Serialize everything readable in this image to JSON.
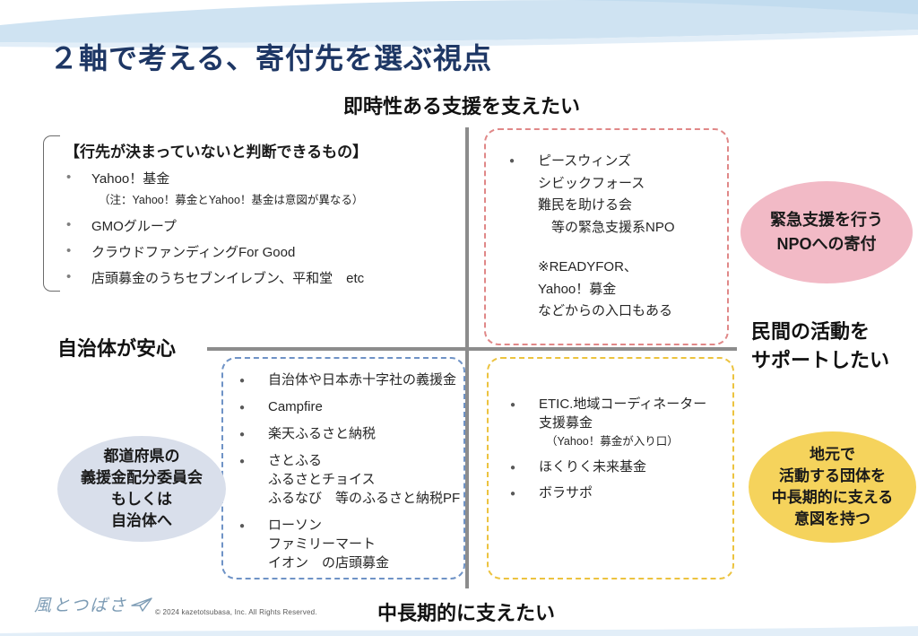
{
  "colors": {
    "title-navy": "#1e3765",
    "axis-gray": "#8c8c8c",
    "dash-red": "#e08888",
    "dash-blue": "#6f93c6",
    "dash-yellow": "#ecc33f",
    "ellipse-pink": "#f2bac6",
    "ellipse-blue": "#d9dfeb",
    "ellipse-yellow": "#f5d35c",
    "bullet-gray": "#595959",
    "text-dark": "#262626",
    "logo-blue": "#7d9cb5",
    "wave-blue-1": "#cfe3f2",
    "wave-blue-2": "#e2eef8"
  },
  "title": "２軸で考える、寄付先を選ぶ視点",
  "axes": {
    "top": "即時性ある支援を支えたい",
    "bottom": "中長期的に支えたい",
    "left": "自治体が安心",
    "right_lines": [
      "民間の活動を",
      "サポートしたい"
    ]
  },
  "undecided_group": {
    "heading": "【行先が決まっていないと判断できるもの】",
    "items": [
      {
        "bullet": true,
        "lines": [
          {
            "text": "Yahoo！基金"
          },
          {
            "text": "（注：Yahoo！募金とYahoo！基金は意図が異なる）",
            "small": true
          }
        ]
      },
      {
        "bullet": true,
        "lines": [
          {
            "text": "GMOグループ"
          }
        ]
      },
      {
        "bullet": true,
        "lines": [
          {
            "text": "クラウドファンディングFor Good"
          }
        ]
      },
      {
        "bullet": true,
        "lines": [
          {
            "text": "店頭募金のうちセブンイレブン、平和堂　etc"
          }
        ]
      }
    ]
  },
  "quadrant_top_right": {
    "items": [
      {
        "bullet": true,
        "lines": [
          {
            "text": "ピースウィンズ"
          },
          {
            "text": "シビックフォース"
          },
          {
            "text": "難民を助ける会"
          },
          {
            "text": "　等の緊急支援系NPO"
          }
        ]
      },
      {
        "bullet": false,
        "lines": [
          {
            "text": "※READYFOR、"
          },
          {
            "text": "Yahoo！募金"
          },
          {
            "text": "などからの入口もある"
          }
        ]
      }
    ]
  },
  "quadrant_bottom_left": {
    "items": [
      {
        "bullet": true,
        "lines": [
          {
            "text": "自治体や日本赤十字社の義援金"
          }
        ]
      },
      {
        "bullet": true,
        "lines": [
          {
            "text": "Campfire"
          }
        ]
      },
      {
        "bullet": true,
        "lines": [
          {
            "text": "楽天ふるさと納税"
          }
        ]
      },
      {
        "bullet": true,
        "lines": [
          {
            "text": "さとふる"
          },
          {
            "text": "ふるさとチョイス"
          },
          {
            "text": "ふるなび　等のふるさと納税PF"
          }
        ]
      },
      {
        "bullet": true,
        "lines": [
          {
            "text": "ローソン"
          },
          {
            "text": "ファミリーマート"
          },
          {
            "text": "イオン　の店頭募金"
          }
        ]
      }
    ]
  },
  "quadrant_bottom_right": {
    "items": [
      {
        "bullet": true,
        "lines": [
          {
            "text": "ETIC.地域コーディネーター"
          },
          {
            "text": "支援募金"
          },
          {
            "text": "（Yahoo！募金が入り口）",
            "small": true
          }
        ]
      },
      {
        "bullet": true,
        "lines": [
          {
            "text": "ほくりく未来基金"
          }
        ]
      },
      {
        "bullet": true,
        "lines": [
          {
            "text": "ボラサポ"
          }
        ]
      }
    ]
  },
  "callouts": {
    "pink_lines": [
      "緊急支援を行う",
      "NPOへの寄付"
    ],
    "blue_lines": [
      "都道府県の",
      "義援金配分委員会",
      "もしくは",
      "自治体へ"
    ],
    "yellow_lines": [
      "地元で",
      "活動する団体を",
      "中長期的に支える",
      "意図を持つ"
    ]
  },
  "footer": {
    "logo_text": "風とつばさ",
    "copyright": "© 2024 kazetotsubasa, Inc. All Rights Reserved."
  }
}
